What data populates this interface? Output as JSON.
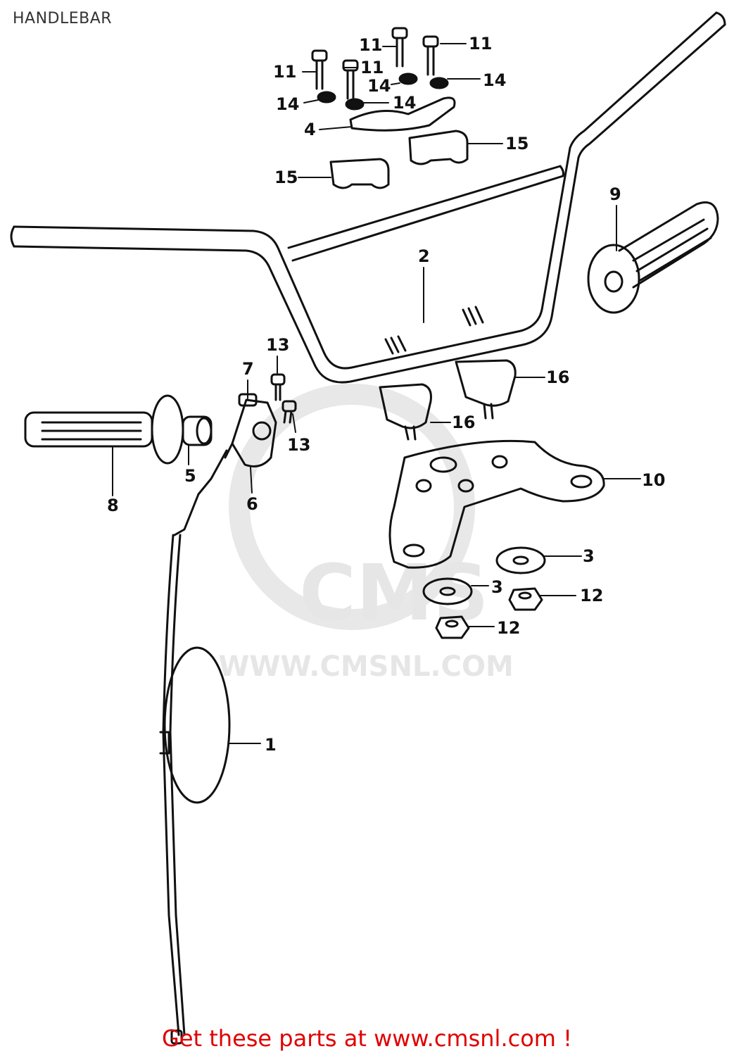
{
  "header": {
    "title": "HANDLEBAR"
  },
  "watermark": {
    "logo_text": "CMS",
    "url_text": "WWW.CMSNL.COM"
  },
  "callouts": [
    {
      "id": "c11a",
      "label": "11"
    },
    {
      "id": "c11b",
      "label": "11"
    },
    {
      "id": "c11c",
      "label": "11"
    },
    {
      "id": "c11d",
      "label": "11"
    },
    {
      "id": "c14a",
      "label": "14"
    },
    {
      "id": "c14b",
      "label": "14"
    },
    {
      "id": "c14c",
      "label": "14"
    },
    {
      "id": "c14d",
      "label": "14"
    },
    {
      "id": "c4",
      "label": "4"
    },
    {
      "id": "c15a",
      "label": "15"
    },
    {
      "id": "c15b",
      "label": "15"
    },
    {
      "id": "c9",
      "label": "9"
    },
    {
      "id": "c2",
      "label": "2"
    },
    {
      "id": "c13a",
      "label": "13"
    },
    {
      "id": "c13b",
      "label": "13"
    },
    {
      "id": "c7",
      "label": "7"
    },
    {
      "id": "c16a",
      "label": "16"
    },
    {
      "id": "c16b",
      "label": "16"
    },
    {
      "id": "c5",
      "label": "5"
    },
    {
      "id": "c6",
      "label": "6"
    },
    {
      "id": "c8",
      "label": "8"
    },
    {
      "id": "c10",
      "label": "10"
    },
    {
      "id": "c3a",
      "label": "3"
    },
    {
      "id": "c3b",
      "label": "3"
    },
    {
      "id": "c12a",
      "label": "12"
    },
    {
      "id": "c12b",
      "label": "12"
    },
    {
      "id": "c1",
      "label": "1"
    }
  ],
  "footer": {
    "text": "Get these parts at www.cmsnl.com !"
  },
  "colors": {
    "line": "#111111",
    "footer": "#e00000",
    "watermark": "#e6e6e6"
  }
}
